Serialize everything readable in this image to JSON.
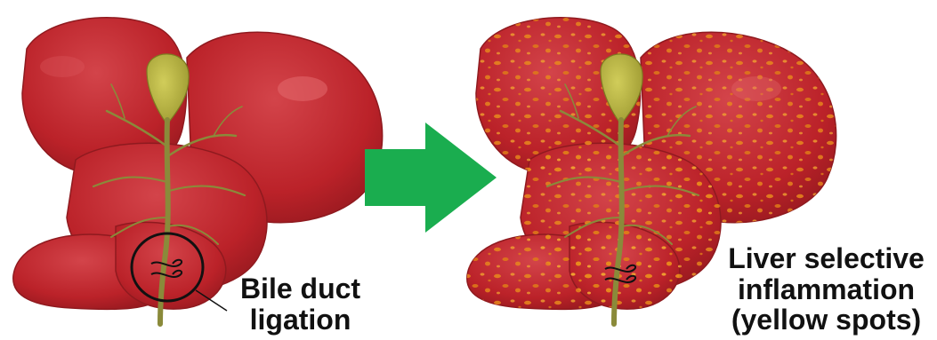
{
  "labels": {
    "left_line1": "Bile duct",
    "left_line2": "ligation",
    "right_line1": "Liver selective",
    "right_line2": "inflammation",
    "right_line3": "(yellow spots)"
  },
  "colors": {
    "liver": "#c1272d",
    "liver_dark": "#8f1a1f",
    "liver_light": "#d84a4e",
    "gallbladder": "#b7b33c",
    "bile_duct": "#8a8a3a",
    "spots": "#e8891c",
    "arrow": "#1aad4f",
    "ligation_circle": "#111111"
  },
  "icons": {
    "arrow": "right-arrow-icon",
    "ligature": "suture-knot-icon"
  }
}
